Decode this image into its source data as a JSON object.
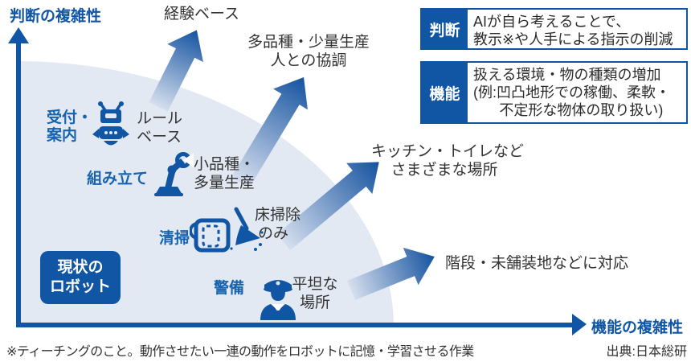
{
  "axes": {
    "y_label": "判断の複雑性",
    "x_label": "機能の複雑性"
  },
  "current_region": {
    "label_line1": "現状の",
    "label_line2": "ロボット"
  },
  "categories": {
    "reception": {
      "label_line1": "受付・",
      "label_line2": "案内",
      "current_line1": "ルール",
      "current_line2": "ベース",
      "future": "経験ベース",
      "icon": "robot-icon"
    },
    "assembly": {
      "label": "組み立て",
      "current_line1": "小品種・",
      "current_line2": "多量生産",
      "future_line1": "多品種・少量生産",
      "future_line2": "人との協調",
      "icon": "robot-arm-icon"
    },
    "cleaning": {
      "label": "清掃",
      "current_line1": "床掃除",
      "current_line2": "のみ",
      "future_line1": "キッチン・トイレなど",
      "future_line2": "さまざまな場所",
      "icon": "bucket-broom-icon"
    },
    "security": {
      "label": "警備",
      "current_line1": "平坦な",
      "current_line2": "場所",
      "future": "階段・未舗装地などに対応",
      "icon": "guard-icon"
    }
  },
  "legend": {
    "judgment": {
      "term": "判断",
      "line1": "AIが自ら考えることで、",
      "line2": "教示※や人手による指示の削減"
    },
    "function": {
      "term": "機能",
      "line1": "扱える環境・物の種類の増加",
      "line2": "(例:凹凸地形での稼働、柔軟・",
      "line3": "不定形な物体の取り扱い)"
    }
  },
  "footnote": "※ティーチングのこと。動作させたい一連の動作をロボットに記憶・学習させる作業",
  "source": "出典:日本総研",
  "colors": {
    "primary_blue": "#1156a4",
    "category_blue": "#1763ae",
    "region_fill": "#e2e9f3",
    "arrow_gradient_start": "#d6dfee",
    "arrow_gradient_end": "#1553a0",
    "text_dark": "#333333"
  }
}
